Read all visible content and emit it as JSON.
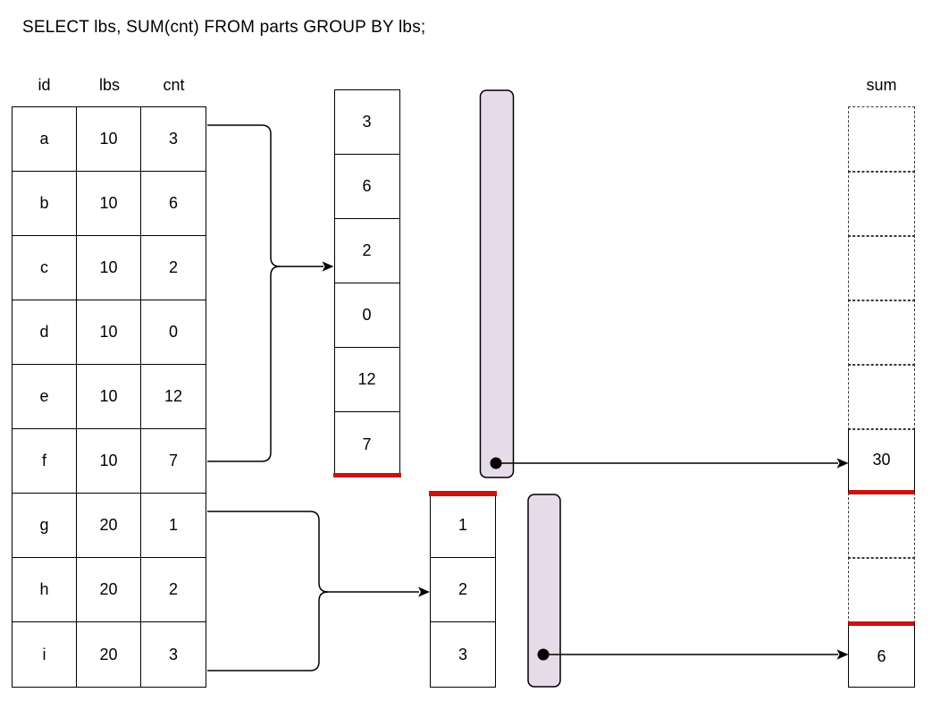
{
  "title": "SELECT lbs, SUM(cnt) FROM parts GROUP BY lbs;",
  "colors": {
    "accent_red": "#cc1111",
    "bar_fill": "#e5dbe9",
    "stroke": "#000000"
  },
  "parts_table": {
    "headers": [
      "id",
      "lbs",
      "cnt"
    ],
    "rows": [
      [
        "a",
        "10",
        "3"
      ],
      [
        "b",
        "10",
        "6"
      ],
      [
        "c",
        "10",
        "2"
      ],
      [
        "d",
        "10",
        "0"
      ],
      [
        "e",
        "10",
        "12"
      ],
      [
        "f",
        "10",
        "7"
      ],
      [
        "g",
        "20",
        "1"
      ],
      [
        "h",
        "20",
        "2"
      ],
      [
        "i",
        "20",
        "3"
      ]
    ]
  },
  "grouped_cnt": {
    "group_10": [
      "3",
      "6",
      "2",
      "0",
      "12",
      "7"
    ],
    "group_20": [
      "1",
      "2",
      "3"
    ]
  },
  "sum_column": {
    "header": "sum",
    "group_10_sum": "30",
    "group_20_sum": "6"
  }
}
